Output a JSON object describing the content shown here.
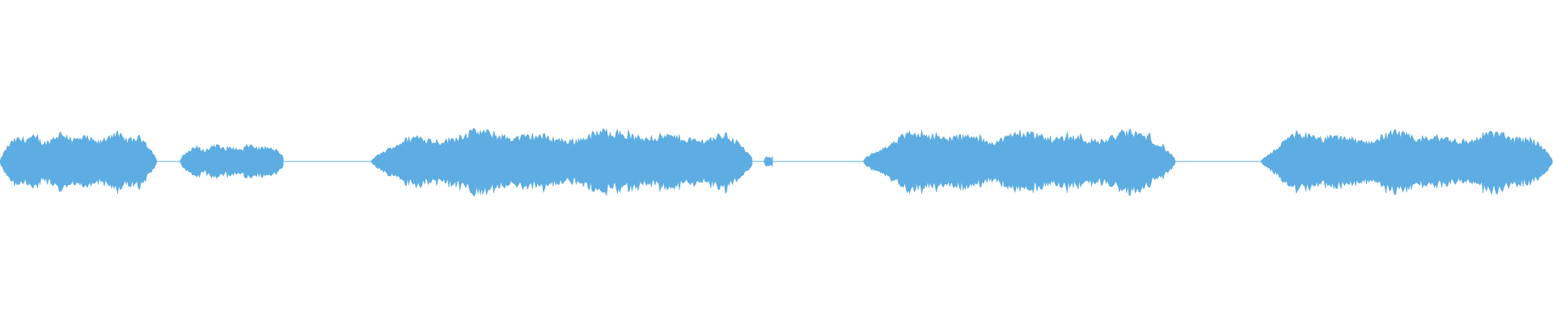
{
  "waveform": {
    "color": "#5dade2",
    "background": "#ffffff",
    "segments": [
      {
        "start": 0.0,
        "end": 0.101,
        "level": 0.88
      },
      {
        "start": 0.116,
        "end": 0.183,
        "level": 0.52
      },
      {
        "start": 0.239,
        "end": 0.485,
        "level": 0.95
      },
      {
        "start": 0.492,
        "end": 0.498,
        "level": 0.15
      },
      {
        "start": 0.556,
        "end": 0.757,
        "level": 0.92
      },
      {
        "start": 0.812,
        "end": 1.0,
        "level": 0.9
      }
    ]
  }
}
